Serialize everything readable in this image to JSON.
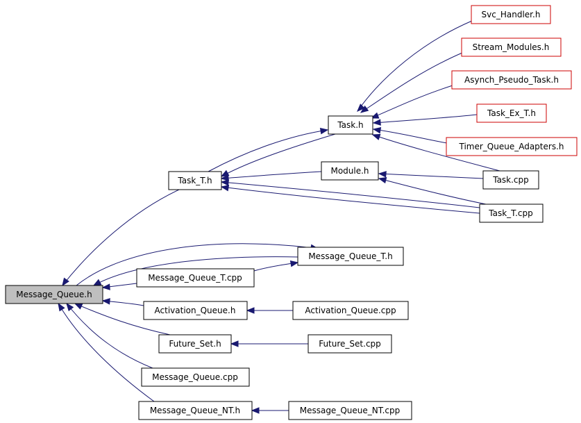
{
  "colors": {
    "edge": "#191970",
    "node_border": "#000000",
    "node_border_incomplete": "#cc0000",
    "focus_fill": "#bfbfbf",
    "node_fill": "#ffffff"
  },
  "nodes": {
    "svc_handler": "Svc_Handler.h",
    "stream_modules": "Stream_Modules.h",
    "asynch_pseudo_task": "Asynch_Pseudo_Task.h",
    "task_ex_t": "Task_Ex_T.h",
    "timer_queue_adapters": "Timer_Queue_Adapters.h",
    "task_h": "Task.h",
    "module_h": "Module.h",
    "task_cpp": "Task.cpp",
    "task_t_h": "Task_T.h",
    "task_t_cpp": "Task_T.cpp",
    "message_queue_t_h": "Message_Queue_T.h",
    "message_queue_t_cpp": "Message_Queue_T.cpp",
    "message_queue_h": "Message_Queue.h",
    "activation_queue_h": "Activation_Queue.h",
    "activation_queue_cpp": "Activation_Queue.cpp",
    "future_set_h": "Future_Set.h",
    "future_set_cpp": "Future_Set.cpp",
    "message_queue_cpp": "Message_Queue.cpp",
    "message_queue_nt_h": "Message_Queue_NT.h",
    "message_queue_nt_cpp": "Message_Queue_NT.cpp"
  }
}
